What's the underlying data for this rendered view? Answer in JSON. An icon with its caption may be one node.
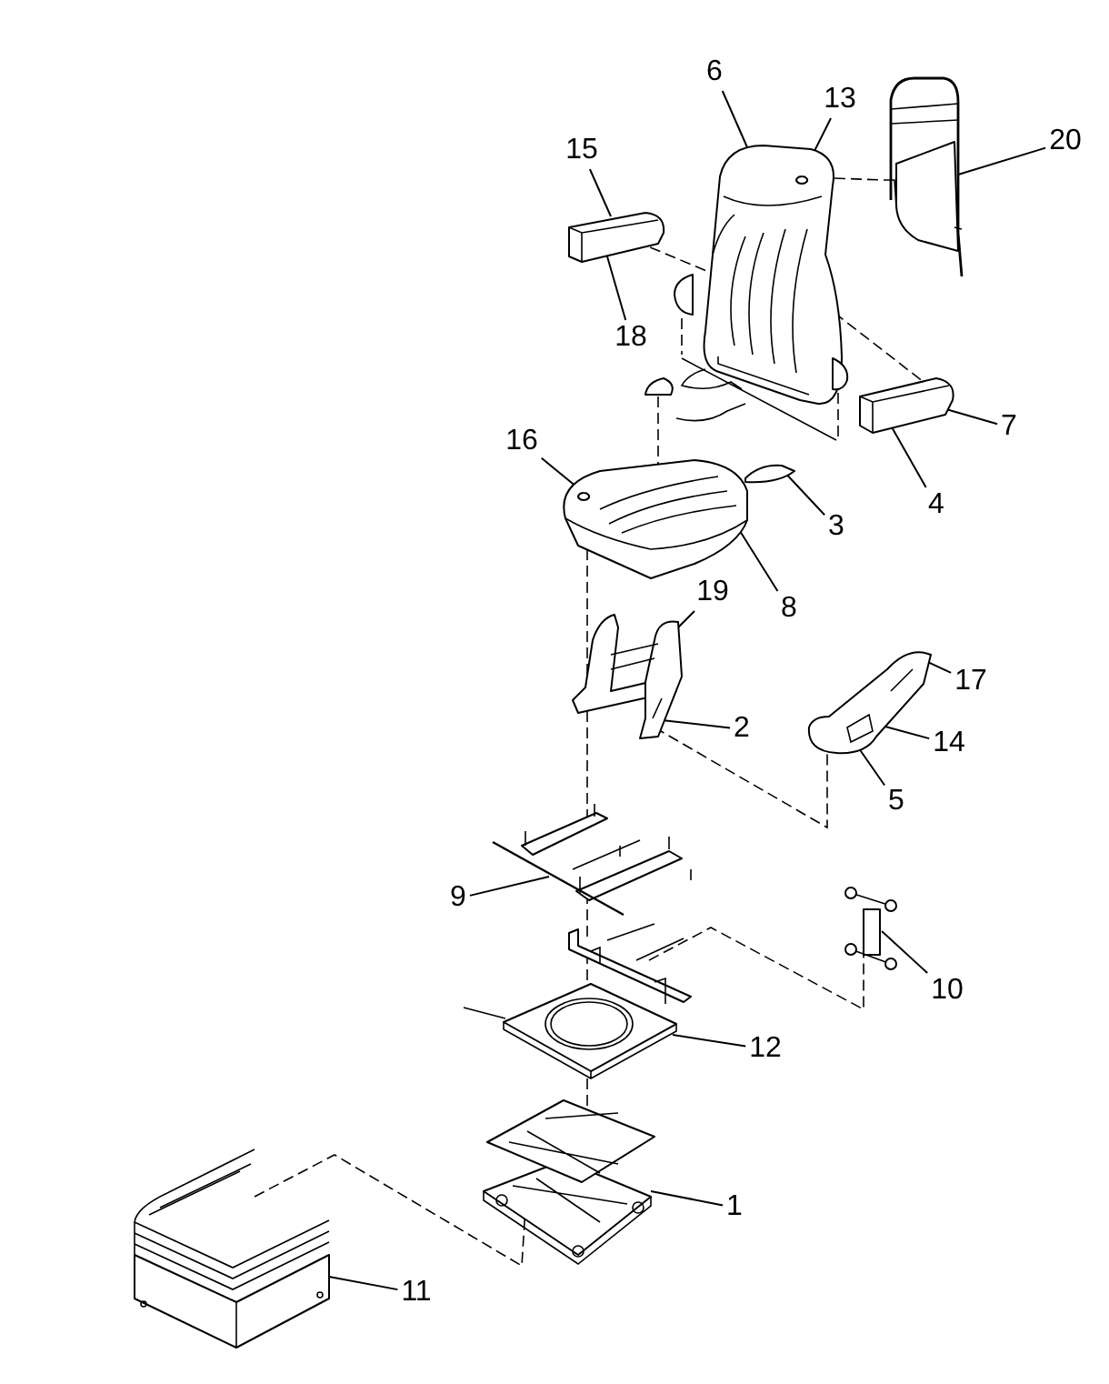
{
  "diagram": {
    "nodes": [
      {
        "text": [
          "6"
        ]
      },
      {
        "text": [
          "13"
        ]
      },
      {
        "text": [
          "15"
        ]
      },
      {
        "text": [
          "20"
        ]
      },
      {
        "text": [
          "18"
        ]
      },
      {
        "text": [
          "7"
        ]
      },
      {
        "text": [
          "4"
        ]
      },
      {
        "text": [
          "16"
        ]
      },
      {
        "text": [
          "3"
        ]
      },
      {
        "text": [
          "8"
        ]
      },
      {
        "text": [
          "19"
        ]
      },
      {
        "text": [
          "17"
        ]
      },
      {
        "text": [
          "2"
        ]
      },
      {
        "text": [
          "14"
        ]
      },
      {
        "text": [
          "5"
        ]
      },
      {
        "text": [
          "9"
        ]
      },
      {
        "text": [
          "10"
        ]
      },
      {
        "text": [
          "12"
        ]
      },
      {
        "text": [
          "1"
        ]
      },
      {
        "text": [
          "11"
        ]
      },
      {
        "text": [],
        "shape": "picture"
      },
      {
        "text": [],
        "shape": "picture"
      },
      {
        "text": [],
        "shape": "picture"
      },
      {
        "text": [],
        "shape": "picture"
      },
      {
        "text": [],
        "shape": "picture"
      },
      {
        "text": [],
        "shape": "picture"
      },
      {
        "text": [],
        "shape": "picture"
      },
      {
        "text": [],
        "shape": "picture"
      },
      {
        "text": [],
        "shape": "picture"
      },
      {
        "text": [],
        "shape": "picture"
      },
      {
        "text": [],
        "shape": "picture"
      },
      {
        "text": [],
        "shape": "picture"
      },
      {
        "text": [],
        "shape": "picture"
      },
      {
        "text": [],
        "shape": "picture"
      }
    ],
    "edges": [
      {
        "from": 0,
        "to": 20,
        "arrow": "none"
      },
      {
        "from": 1,
        "to": 20,
        "arrow": "none"
      },
      {
        "from": 2,
        "to": 21,
        "arrow": "none"
      },
      {
        "from": 3,
        "to": 22,
        "arrow": "none"
      },
      {
        "from": 4,
        "to": 21,
        "arrow": "none"
      },
      {
        "from": 5,
        "to": 23,
        "arrow": "none"
      },
      {
        "from": 6,
        "to": 23,
        "arrow": "none"
      },
      {
        "from": 7,
        "to": 24,
        "arrow": "none"
      },
      {
        "from": 8,
        "to": 25,
        "arrow": "none"
      },
      {
        "from": 9,
        "to": 24,
        "arrow": "none"
      },
      {
        "from": 10,
        "to": 26,
        "arrow": "none"
      },
      {
        "from": 11,
        "to": 27,
        "arrow": "none"
      },
      {
        "from": 12,
        "to": 26,
        "arrow": "none"
      },
      {
        "from": 13,
        "to": 27,
        "arrow": "none"
      },
      {
        "from": 14,
        "to": 27,
        "arrow": "none"
      },
      {
        "from": 15,
        "to": 28,
        "arrow": "none"
      },
      {
        "from": 16,
        "to": 29,
        "arrow": "none"
      },
      {
        "from": 17,
        "to": 31,
        "arrow": "none"
      },
      {
        "from": 18,
        "to": 32,
        "arrow": "none"
      },
      {
        "from": 19,
        "to": 33,
        "arrow": "none"
      },
      {
        "from": 21,
        "to": 20,
        "arrow": "none",
        "style": "dashed"
      },
      {
        "from": 20,
        "to": 23,
        "arrow": "none",
        "style": "dashed"
      },
      {
        "from": 20,
        "to": 22,
        "arrow": "none",
        "style": "dashed"
      },
      {
        "from": 20,
        "to": 24,
        "arrow": "none",
        "style": "dashed"
      },
      {
        "from": 24,
        "to": 26,
        "arrow": "none",
        "style": "dashed"
      },
      {
        "from": 26,
        "to": 28,
        "arrow": "none",
        "style": "dashed"
      },
      {
        "from": 28,
        "to": 30,
        "arrow": "none",
        "style": "dashed"
      },
      {
        "from": 30,
        "to": 31,
        "arrow": "none",
        "style": "dashed"
      },
      {
        "from": 31,
        "to": 32,
        "arrow": "none",
        "style": "dashed"
      },
      {
        "from": 26,
        "to": 27,
        "arrow": "none",
        "style": "dashed"
      },
      {
        "from": 30,
        "to": 29,
        "arrow": "none",
        "style": "dashed"
      },
      {
        "from": 33,
        "to": 32,
        "arrow": "none",
        "style": "dashed"
      }
    ]
  }
}
